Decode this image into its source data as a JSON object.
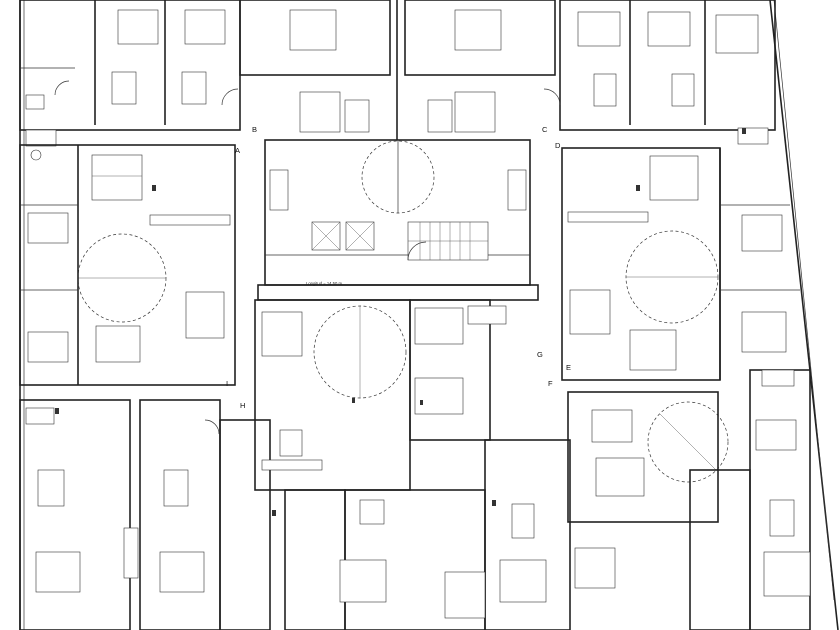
{
  "drawing": {
    "length_note": "Longitud = 14.50 m"
  },
  "markers": [
    {
      "id": "A",
      "text": "A"
    },
    {
      "id": "B",
      "text": "B"
    },
    {
      "id": "C",
      "text": "C"
    },
    {
      "id": "D",
      "text": "D"
    },
    {
      "id": "E",
      "text": "E"
    },
    {
      "id": "F",
      "text": "F"
    },
    {
      "id": "G",
      "text": "G"
    },
    {
      "id": "H",
      "text": "H"
    },
    {
      "id": "I",
      "text": "I"
    }
  ]
}
